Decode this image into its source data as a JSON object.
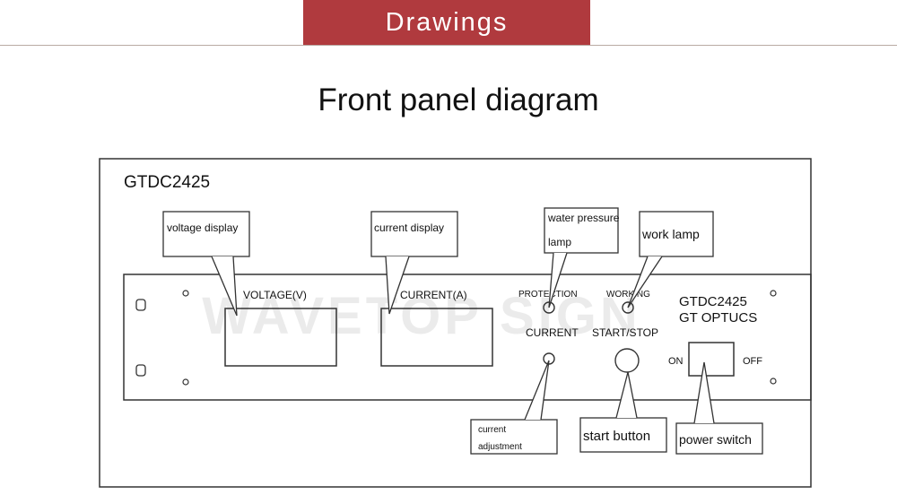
{
  "header": {
    "banner_label": "Drawings",
    "title": "Front panel diagram"
  },
  "colors": {
    "banner": "#b03a3e",
    "line": "#222222",
    "watermark": "#cfcfcf"
  },
  "diagram": {
    "model_top": "GTDC2425",
    "panel_model": "GTDC2425",
    "panel_brand": "GT OPTUCS",
    "panel_labels": {
      "voltage": "VOLTAGE(V)",
      "current": "CURRENT(A)",
      "protection": "PROTECTION",
      "working": "WORKING",
      "current_knob": "CURRENT",
      "start_stop": "START/STOP",
      "on": "ON",
      "off": "OFF"
    },
    "callouts": {
      "voltage_display": "voltage display",
      "current_display": "current display",
      "water_pressure_1": "water pressure",
      "water_pressure_2": "lamp",
      "work_lamp": "work lamp",
      "current_adjust_1": "current",
      "current_adjust_2": "adjustment",
      "start_button": "start button",
      "power_switch": "power switch"
    },
    "watermark": "WAVETOP SIGN"
  }
}
